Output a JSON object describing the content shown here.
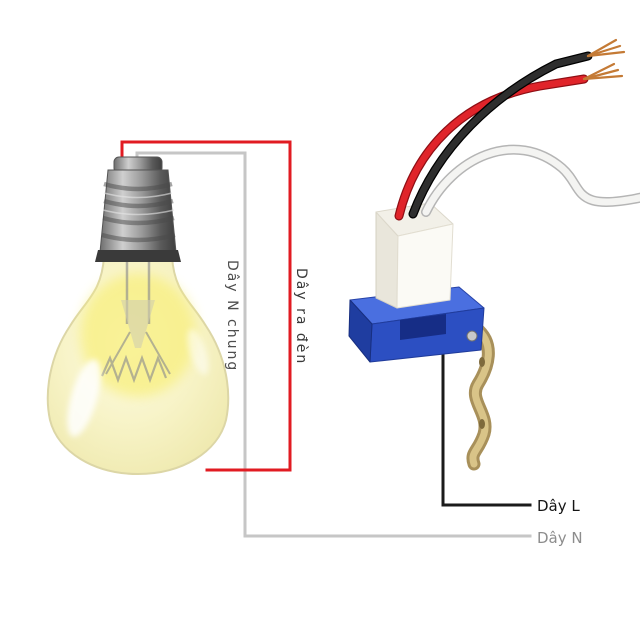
{
  "diagram": {
    "labels": {
      "n_common": "Dây N chung",
      "lamp_wire": "Dây ra đèn",
      "live": "Dây L",
      "neutral": "Dây N"
    },
    "colors": {
      "wire_red": "#e11b22",
      "wire_neutral": "#c6c6c6",
      "wire_black": "#1b1b1b",
      "sensor_blue": "#2c4fc2",
      "copper": "#c47a35",
      "bulb_glow": "#f8ef7d"
    }
  }
}
